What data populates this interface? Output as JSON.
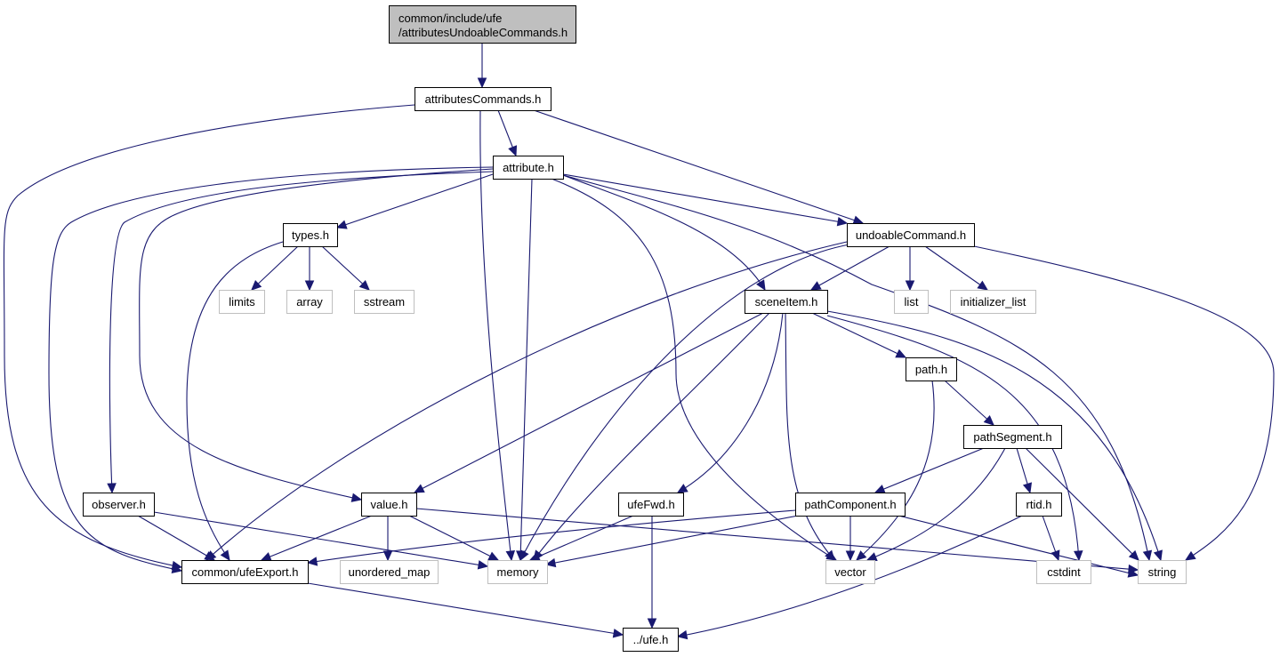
{
  "title": "Include dependency graph for common/include/ufe/attributesUndoableCommands.h",
  "colors": {
    "edge": "#191970",
    "root_fill": "#bfbfbf",
    "root_border": "#000000",
    "node_fill": "#ffffff",
    "node_border": "#000000",
    "external_border": "#bfbfbf"
  },
  "nodes": [
    {
      "id": "root",
      "label": [
        "common/include/ufe",
        "/attributesUndoableCommands.h"
      ],
      "kind": "root",
      "clickable": false
    },
    {
      "id": "attributesCommands",
      "label": [
        "attributesCommands.h"
      ],
      "kind": "file",
      "clickable": true
    },
    {
      "id": "attribute",
      "label": [
        "attribute.h"
      ],
      "kind": "file",
      "clickable": true
    },
    {
      "id": "types",
      "label": [
        "types.h"
      ],
      "kind": "file",
      "clickable": true
    },
    {
      "id": "undoableCommand",
      "label": [
        "undoableCommand.h"
      ],
      "kind": "file",
      "clickable": true
    },
    {
      "id": "limits",
      "label": [
        "limits"
      ],
      "kind": "external",
      "clickable": false
    },
    {
      "id": "array",
      "label": [
        "array"
      ],
      "kind": "external",
      "clickable": false
    },
    {
      "id": "sstream",
      "label": [
        "sstream"
      ],
      "kind": "external",
      "clickable": false
    },
    {
      "id": "sceneItem",
      "label": [
        "sceneItem.h"
      ],
      "kind": "file",
      "clickable": true
    },
    {
      "id": "list",
      "label": [
        "list"
      ],
      "kind": "external",
      "clickable": false
    },
    {
      "id": "initializer_list",
      "label": [
        "initializer_list"
      ],
      "kind": "external",
      "clickable": false
    },
    {
      "id": "path",
      "label": [
        "path.h"
      ],
      "kind": "file",
      "clickable": true
    },
    {
      "id": "pathSegment",
      "label": [
        "pathSegment.h"
      ],
      "kind": "file",
      "clickable": true
    },
    {
      "id": "observer",
      "label": [
        "observer.h"
      ],
      "kind": "file",
      "clickable": true
    },
    {
      "id": "value",
      "label": [
        "value.h"
      ],
      "kind": "file",
      "clickable": true
    },
    {
      "id": "ufeFwd",
      "label": [
        "ufeFwd.h"
      ],
      "kind": "file",
      "clickable": true
    },
    {
      "id": "pathComponent",
      "label": [
        "pathComponent.h"
      ],
      "kind": "file",
      "clickable": true
    },
    {
      "id": "rtid",
      "label": [
        "rtid.h"
      ],
      "kind": "file",
      "clickable": true
    },
    {
      "id": "ufeExport",
      "label": [
        "common/ufeExport.h"
      ],
      "kind": "file",
      "clickable": true
    },
    {
      "id": "unordered_map",
      "label": [
        "unordered_map"
      ],
      "kind": "external",
      "clickable": false
    },
    {
      "id": "memory",
      "label": [
        "memory"
      ],
      "kind": "external",
      "clickable": false
    },
    {
      "id": "vector",
      "label": [
        "vector"
      ],
      "kind": "external",
      "clickable": false
    },
    {
      "id": "cstdint",
      "label": [
        "cstdint"
      ],
      "kind": "external",
      "clickable": false
    },
    {
      "id": "string",
      "label": [
        "string"
      ],
      "kind": "external",
      "clickable": false
    },
    {
      "id": "ufe",
      "label": [
        "../ufe.h"
      ],
      "kind": "file",
      "clickable": true
    }
  ],
  "edges": [
    [
      "root",
      "attributesCommands"
    ],
    [
      "attributesCommands",
      "attribute"
    ],
    [
      "attributesCommands",
      "undoableCommand"
    ],
    [
      "attributesCommands",
      "memory"
    ],
    [
      "attributesCommands",
      "ufeExport"
    ],
    [
      "attribute",
      "types"
    ],
    [
      "attribute",
      "undoableCommand"
    ],
    [
      "attribute",
      "sceneItem"
    ],
    [
      "attribute",
      "observer"
    ],
    [
      "attribute",
      "value"
    ],
    [
      "attribute",
      "ufeExport"
    ],
    [
      "attribute",
      "memory"
    ],
    [
      "attribute",
      "vector"
    ],
    [
      "attribute",
      "string"
    ],
    [
      "types",
      "limits"
    ],
    [
      "types",
      "array"
    ],
    [
      "types",
      "sstream"
    ],
    [
      "types",
      "ufeExport"
    ],
    [
      "undoableCommand",
      "sceneItem"
    ],
    [
      "undoableCommand",
      "list"
    ],
    [
      "undoableCommand",
      "initializer_list"
    ],
    [
      "undoableCommand",
      "ufeExport"
    ],
    [
      "undoableCommand",
      "memory"
    ],
    [
      "undoableCommand",
      "string"
    ],
    [
      "sceneItem",
      "path"
    ],
    [
      "sceneItem",
      "value"
    ],
    [
      "sceneItem",
      "ufeFwd"
    ],
    [
      "sceneItem",
      "memory"
    ],
    [
      "sceneItem",
      "vector"
    ],
    [
      "sceneItem",
      "cstdint"
    ],
    [
      "sceneItem",
      "string"
    ],
    [
      "path",
      "pathSegment"
    ],
    [
      "path",
      "vector"
    ],
    [
      "pathSegment",
      "pathComponent"
    ],
    [
      "pathSegment",
      "rtid"
    ],
    [
      "pathSegment",
      "vector"
    ],
    [
      "pathSegment",
      "string"
    ],
    [
      "observer",
      "ufeExport"
    ],
    [
      "observer",
      "memory"
    ],
    [
      "value",
      "ufeExport"
    ],
    [
      "value",
      "unordered_map"
    ],
    [
      "value",
      "memory"
    ],
    [
      "value",
      "string"
    ],
    [
      "ufeFwd",
      "memory"
    ],
    [
      "ufeFwd",
      "ufe"
    ],
    [
      "pathComponent",
      "ufeExport"
    ],
    [
      "pathComponent",
      "memory"
    ],
    [
      "pathComponent",
      "vector"
    ],
    [
      "pathComponent",
      "string"
    ],
    [
      "rtid",
      "cstdint"
    ],
    [
      "rtid",
      "ufe"
    ],
    [
      "ufeExport",
      "ufe"
    ]
  ]
}
